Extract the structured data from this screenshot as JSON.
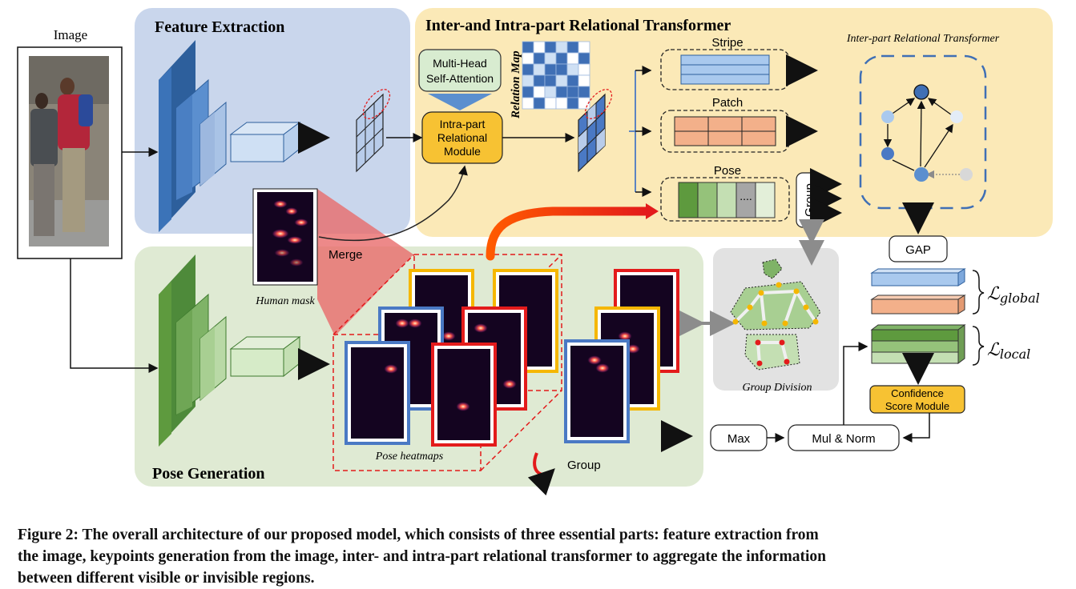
{
  "labels": {
    "image": "Image",
    "feature_extraction": "Feature Extraction",
    "pose_generation": "Pose Generation",
    "relational_transformer": "Inter-and Intra-part Relational Transformer",
    "inter_part_transformer": "Inter-part Relational Transformer",
    "relation_map": "Relation Map",
    "mhsa_line1": "Multi-Head",
    "mhsa_line2": "Self-Attention",
    "intra_line1": "Intra-part",
    "intra_line2": "Relational",
    "intra_line3": "Module",
    "stripe": "Stripe",
    "patch": "Patch",
    "pose": "Pose",
    "ellipsis": "....",
    "group_vertical": "Group",
    "gap": "GAP",
    "merge": "Merge",
    "human_mask": "Human mask",
    "pose_heatmaps": "Pose heatmaps",
    "group": "Group",
    "group_division": "Group Division",
    "max": "Max",
    "mul_norm": "Mul & Norm",
    "confidence_line1": "Confidence",
    "confidence_line2": "Score Module",
    "loss_global_symbol": "ℒ",
    "loss_global_sub": "global",
    "loss_local_symbol": "ℒ",
    "loss_local_sub": "local"
  },
  "caption": {
    "line1": "Figure 2: The overall architecture of our proposed model, which consists of three essential parts: feature extraction from",
    "line2": "the image, keypoints generation from the image, inter- and intra-part relational transformer to aggregate the information",
    "line3": "between different visible or invisible regions."
  },
  "colors": {
    "feature_panel": "#c9d6ec",
    "relational_panel": "#fbe9b7",
    "pose_panel": "#dfead3",
    "group_panel": "#e2e2e2",
    "blue_dark": "#2d5f9c",
    "green_dark": "#4e8a3a",
    "orange_box": "#f7c233",
    "red": "#e31b1b",
    "heat_yellow": "#f5b700",
    "heat_blue": "#4a79c4"
  }
}
